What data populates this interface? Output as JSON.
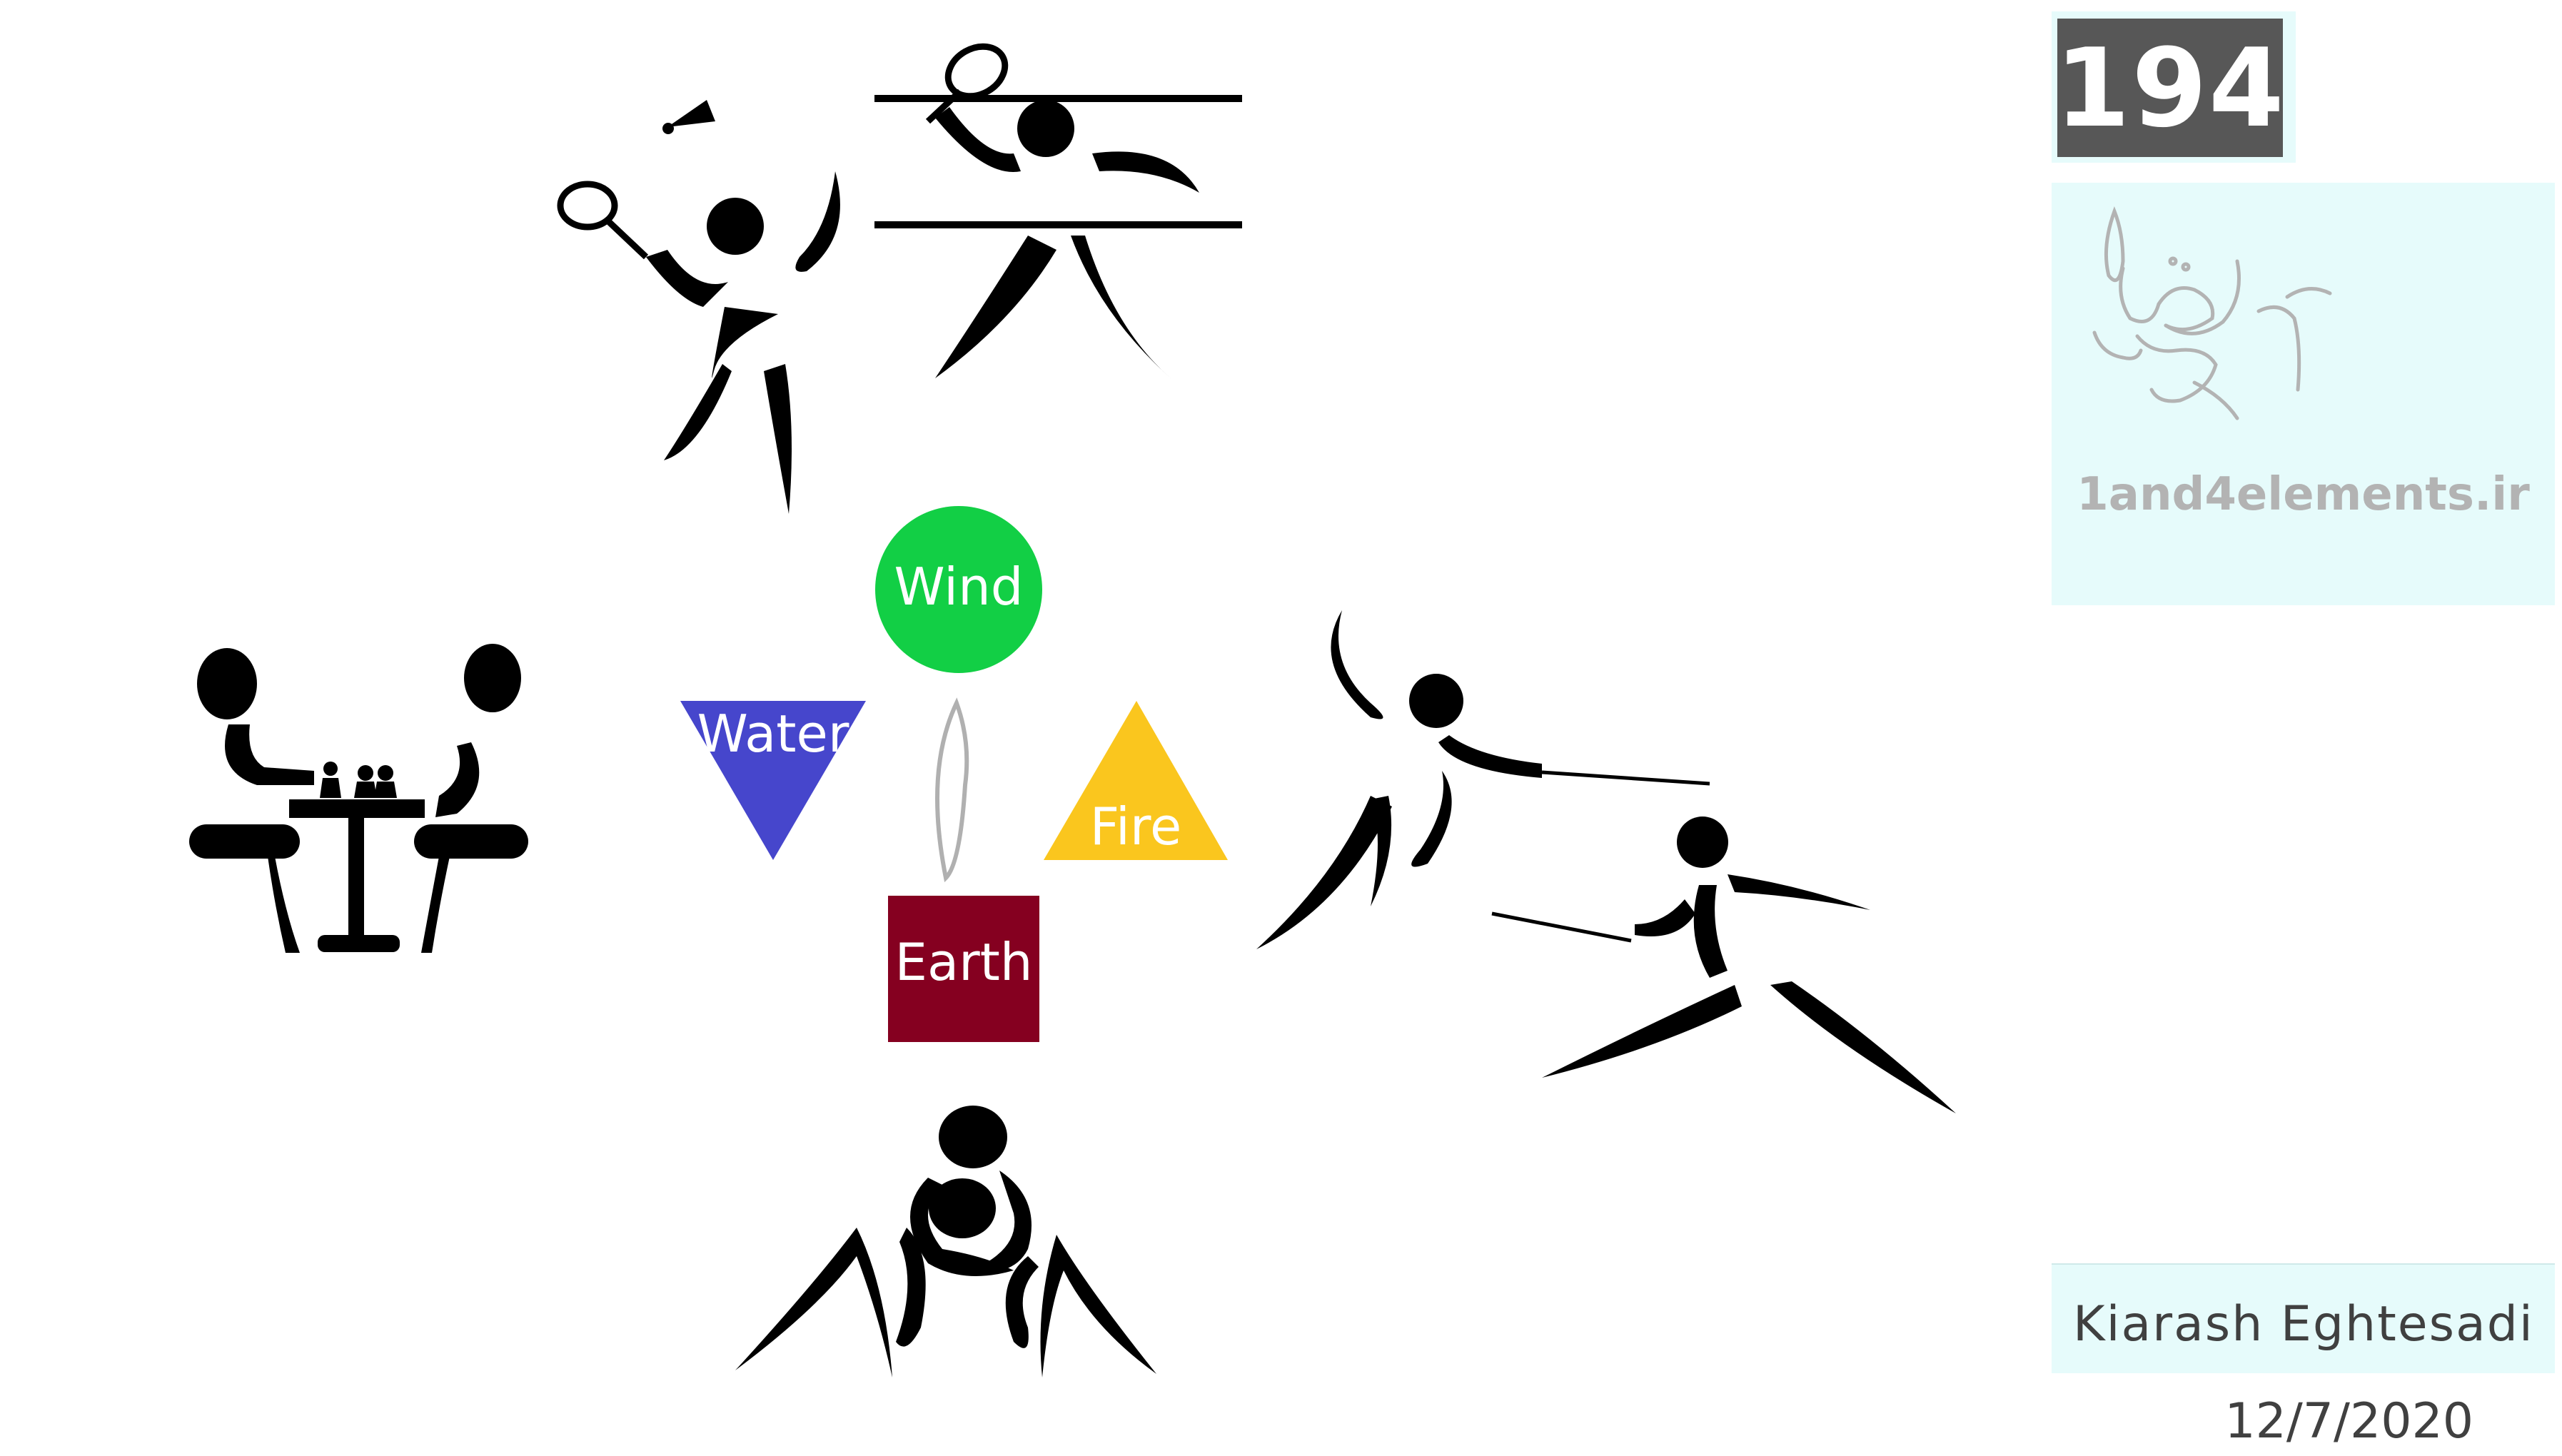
{
  "slide": {
    "number": "194"
  },
  "elements": {
    "wind": {
      "label": "Wind",
      "color": "#12cf45"
    },
    "water": {
      "label": "Water",
      "color": "#4646cc"
    },
    "fire": {
      "label": "Fire",
      "color": "#fac61e"
    },
    "earth": {
      "label": "Earth",
      "color": "#850020"
    }
  },
  "logo": {
    "url": "1and4elements.ir"
  },
  "footer": {
    "author": "Kiarash Eghtesadi",
    "date": "12/7/2020"
  },
  "icons": [
    "badminton-icon",
    "chess-icon",
    "fencing-icon",
    "wrestling-icon",
    "flame-outline-icon",
    "logo-calligraphy-icon"
  ]
}
